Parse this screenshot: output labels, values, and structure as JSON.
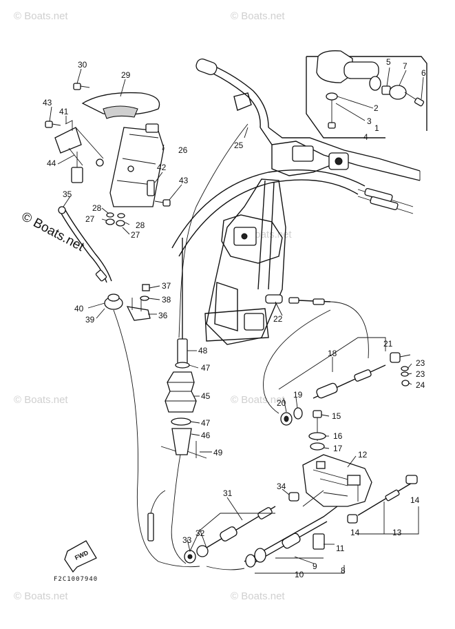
{
  "watermark_text": "© Boats.net",
  "figure_code": "F2C1007940",
  "fwd_label": "FWD",
  "callouts": [
    "1",
    "2",
    "3",
    "4",
    "5",
    "6",
    "7",
    "8",
    "9",
    "10",
    "11",
    "12",
    "13",
    "14",
    "15",
    "16",
    "17",
    "18",
    "19",
    "20",
    "21",
    "22",
    "23",
    "24",
    "25",
    "26",
    "27",
    "28",
    "29",
    "30",
    "31",
    "32",
    "33",
    "34",
    "35",
    "36",
    "37",
    "38",
    "39",
    "40",
    "41",
    "42",
    "43",
    "44",
    "45",
    "46",
    "47",
    "48",
    "49"
  ]
}
